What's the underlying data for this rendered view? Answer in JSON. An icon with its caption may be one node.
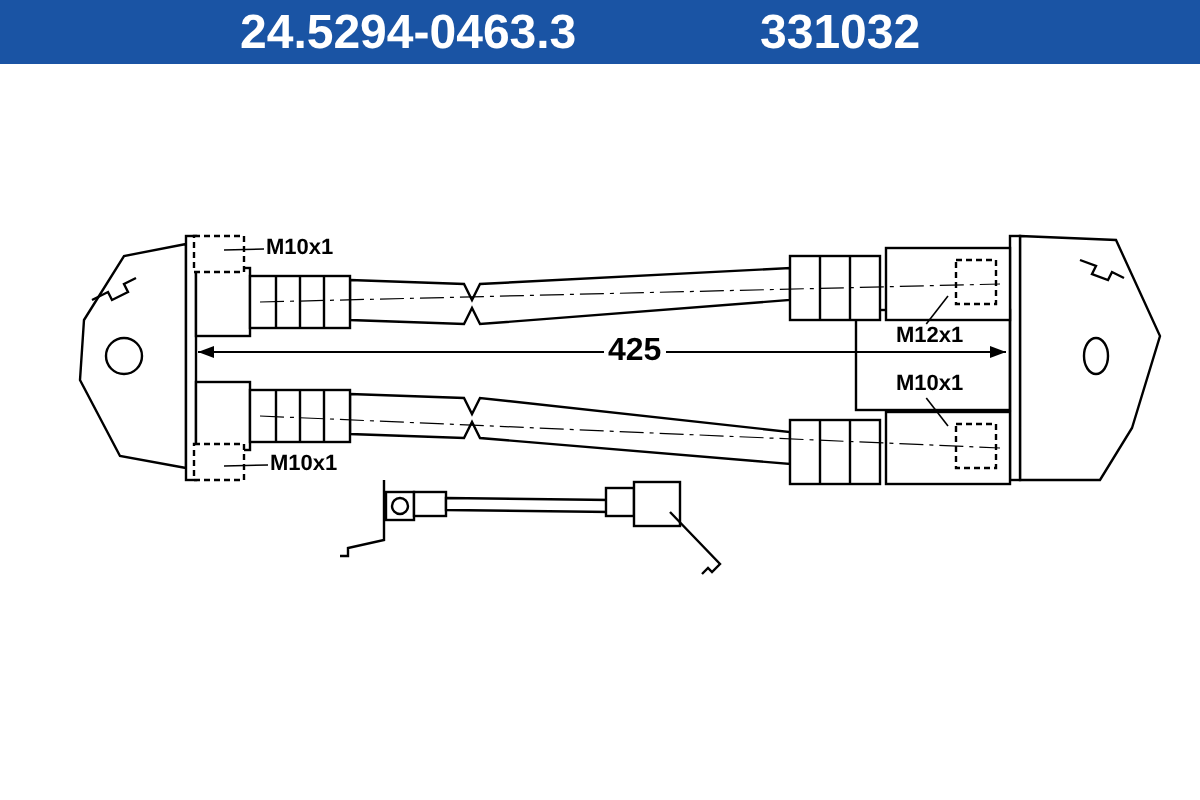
{
  "diagram": {
    "nodes": [
      {
        "text": [
          "M10x1"
        ]
      },
      {
        "text": [
          "M12x1"
        ]
      },
      {
        "text": [
          "M10x1"
        ]
      },
      {
        "text": [
          "M10x1"
        ]
      }
    ],
    "edges": [
      {
        "from": 0,
        "to": null,
        "arrow": "none"
      },
      {
        "from": 1,
        "to": null,
        "arrow": "none"
      },
      {
        "from": 2,
        "to": null,
        "arrow": "none"
      },
      {
        "from": 3,
        "to": null,
        "arrow": "none"
      }
    ],
    "labels": [
      "24.5294-0463.3",
      "331032",
      "425"
    ]
  }
}
